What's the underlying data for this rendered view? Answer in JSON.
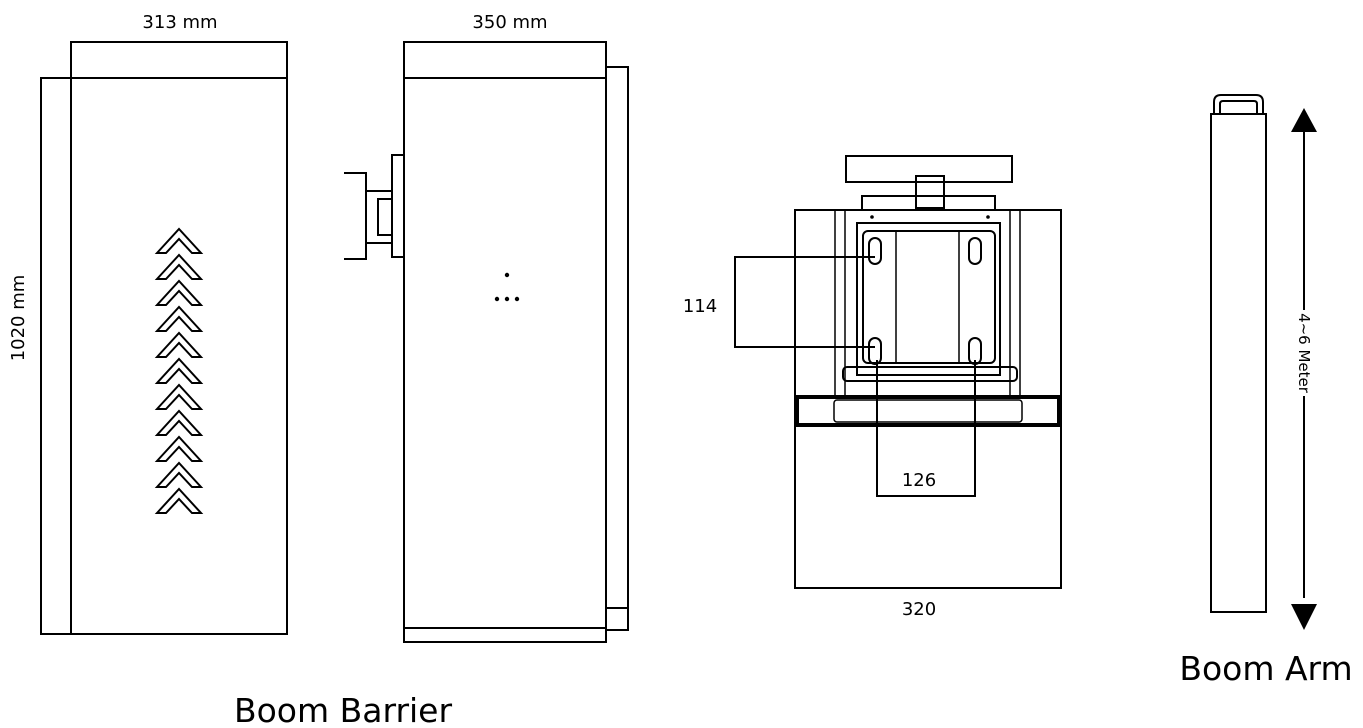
{
  "front_view": {
    "width_label": "313 mm",
    "height_label": "1020 mm"
  },
  "side_view": {
    "width_label": "350 mm"
  },
  "base_view": {
    "vertical_spacing_label": "114",
    "horizontal_spacing_label": "126",
    "width_label": "320"
  },
  "boom_arm": {
    "length_label": "4~6 Meter",
    "caption": "Boom Arm"
  },
  "caption_main": "Boom Barrier"
}
